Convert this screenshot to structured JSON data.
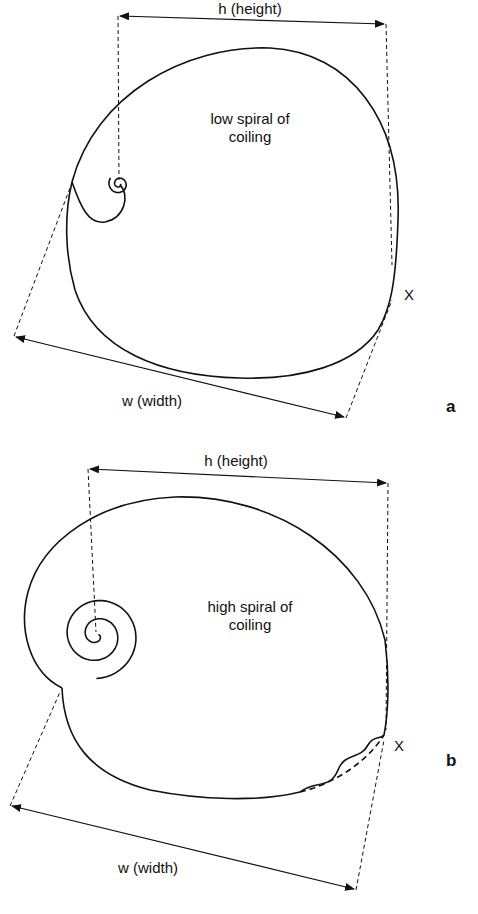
{
  "diagram": {
    "labels": [
      "h (height)",
      "low spiral of coiling",
      "X",
      "w (width)",
      "a",
      "h (height)",
      "high spiral of coiling",
      "X",
      "w (width)",
      "b"
    ]
  }
}
